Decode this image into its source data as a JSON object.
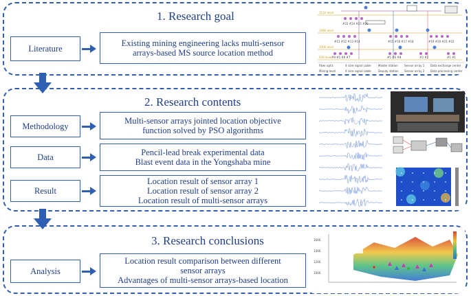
{
  "sections": {
    "goal": {
      "title": "1. Research goal",
      "label": "Literature",
      "content": [
        "Existing mining engineering lacks multi-sensor",
        "arrays-based MS source location method"
      ]
    },
    "contents": {
      "title": "2. Research contents",
      "rows": [
        {
          "label": "Methodology",
          "content": [
            "Multi-sensor arrays jointed location objective",
            "function solved by PSO algorithms"
          ]
        },
        {
          "label": "Data",
          "content": [
            "Pencil-lead break experimental data",
            "Blast event data in the Yongshaba mine"
          ]
        },
        {
          "label": "Result",
          "content": [
            "Location result of sensor array  1",
            "Location result of sensor array  2",
            "Location result of multi-sensor arrays"
          ]
        }
      ]
    },
    "conclusions": {
      "title": "3. Research conclusions",
      "label": "Analysis",
      "content": [
        "Location result comparison between different",
        "sensor arrays",
        "Advantages  of multi-sensor arrays-based location"
      ]
    }
  },
  "network_figure": {
    "levels": [
      "1120 level",
      "1080 level",
      "1000 level",
      "930 level"
    ],
    "sensor_labels_top": "#22 #24 #25 #26",
    "sensor_labels_mid": "#11 #12 #13 #14",
    "sensor_labels_mid2": "#15 #16 #17 #18",
    "sensor_labels_right": "#19 #20 #21 #22",
    "sensor_labels_low": "#9 #5 #6 #7",
    "sensor_labels_low2": "#5 #6 #8",
    "sensor_labels_low3": "#2 #2",
    "sensor_labels_low4": "#1 #1",
    "legend_row1": [
      "Fiber optic",
      "4 core signal cable",
      "Master station",
      "Sensor array 1",
      "Data exchange center"
    ],
    "legend_row2": [
      "Mining level",
      "4 core signal cable",
      "Deputy station",
      "Sensor array 2",
      "Data processing center"
    ]
  },
  "colors": {
    "accent": "#2f5fb3",
    "text": "#1f3d8a"
  }
}
